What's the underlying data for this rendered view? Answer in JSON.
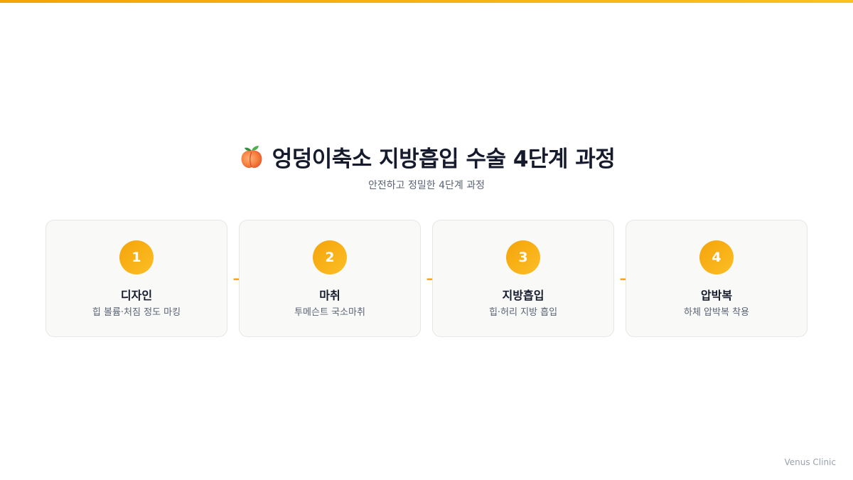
{
  "header": {
    "title": "엉덩이축소 지방흡입 수술 4단계 과정",
    "title_icon": "peach-icon",
    "subtitle": "안전하고 정밀한 4단계 과정"
  },
  "steps": [
    {
      "number": "1",
      "title": "디자인",
      "description": "힙 볼륨·처짐 정도 마킹"
    },
    {
      "number": "2",
      "title": "마취",
      "description": "투메슨트 국소마취"
    },
    {
      "number": "3",
      "title": "지방흡입",
      "description": "힙·허리 지방 흡입"
    },
    {
      "number": "4",
      "title": "압박복",
      "description": "하체 압박복 착용"
    }
  ],
  "arrow_glyph": "→",
  "footer": {
    "brand": "Venus Clinic"
  },
  "colors": {
    "accent": "#f5a30b",
    "accent_light": "#fbbf24",
    "title_text": "#151a2d",
    "muted_text": "#5a6275",
    "card_background": "#f9f9f7",
    "card_border": "#e7e7e4"
  }
}
